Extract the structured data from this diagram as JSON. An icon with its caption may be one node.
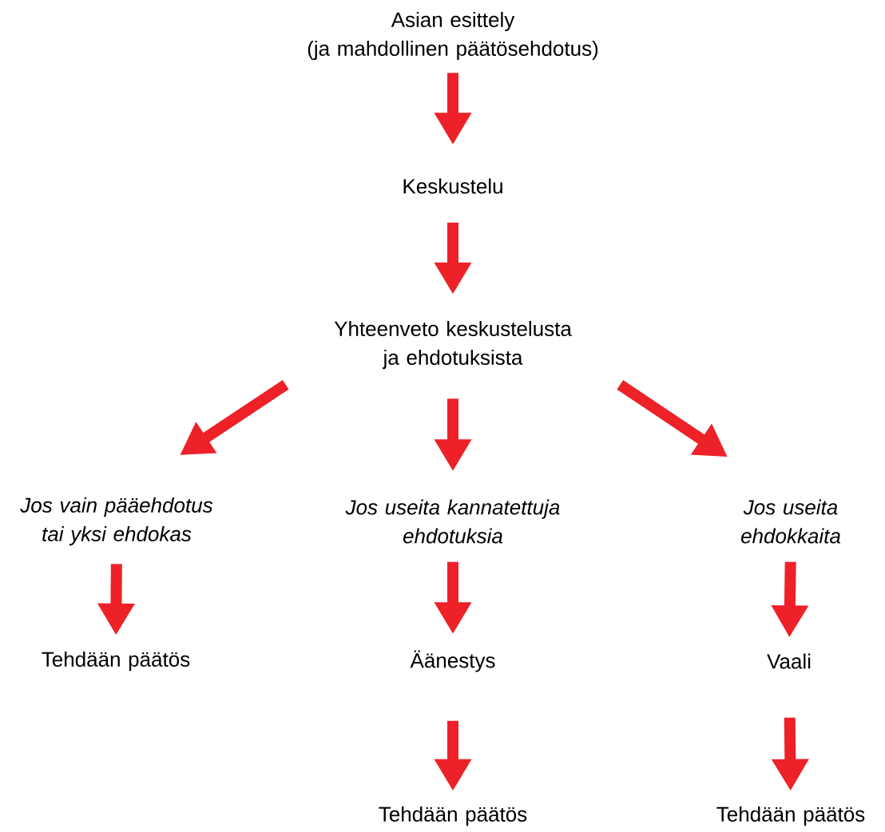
{
  "diagram": {
    "nodes": [
      {
        "text": [
          "Asian esittely (ja mahdollinen päätösehdotus)"
        ]
      },
      {
        "text": [
          "Keskustelu"
        ]
      },
      {
        "text": [
          "Yhteenveto keskustelusta ja ehdotuksista"
        ]
      },
      {
        "text": [
          "Jos vain pääehdotus tai yksi ehdokas"
        ]
      },
      {
        "text": [
          "Jos useita kannatettuja ehdotuksia"
        ]
      },
      {
        "text": [
          "Jos useita ehdokkaita"
        ]
      },
      {
        "text": [
          "Tehdään päätös"
        ]
      },
      {
        "text": [
          "Äänestys"
        ]
      },
      {
        "text": [
          "Vaali"
        ]
      },
      {
        "text": [
          "Tehdään päätös"
        ]
      },
      {
        "text": [
          "Tehdään päätös"
        ]
      }
    ],
    "edges": [
      {
        "from": 0,
        "to": 1,
        "arrow": "to"
      },
      {
        "from": 1,
        "to": 2,
        "arrow": "to"
      },
      {
        "from": 2,
        "to": 3,
        "arrow": "to"
      },
      {
        "from": 2,
        "to": 4,
        "arrow": "to"
      },
      {
        "from": 2,
        "to": 5,
        "arrow": "to"
      },
      {
        "from": 3,
        "to": 6,
        "arrow": "to"
      },
      {
        "from": 4,
        "to": 7,
        "arrow": "to"
      },
      {
        "from": 5,
        "to": 8,
        "arrow": "to"
      },
      {
        "from": 7,
        "to": 9,
        "arrow": "to"
      },
      {
        "from": 8,
        "to": 10,
        "arrow": "to"
      }
    ]
  }
}
